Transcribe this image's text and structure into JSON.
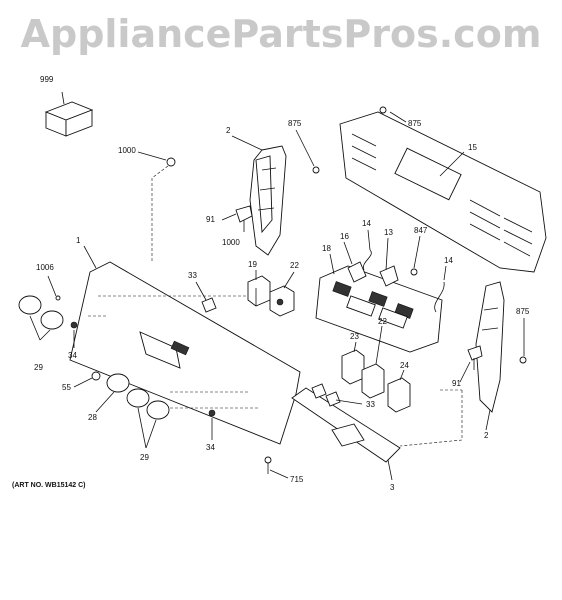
{
  "watermark": "AppliancePartsPros.com",
  "art_number": "(ART NO. WB15142 C)",
  "callouts": {
    "c999": "999",
    "c1000a": "1000",
    "c2a": "2",
    "c875a": "875",
    "c875b": "875",
    "c15": "15",
    "c91a": "91",
    "c1000b": "1000",
    "c1": "1",
    "c1006": "1006",
    "c33a": "33",
    "c19": "19",
    "c22a": "22",
    "c14a": "14",
    "c18": "18",
    "c16": "16",
    "c13": "13",
    "c847": "847",
    "c14b": "14",
    "c875c": "875",
    "c29a": "29",
    "c34a": "34",
    "c23": "23",
    "c22b": "22",
    "c24": "24",
    "c91b": "91",
    "c55": "55",
    "c28": "28",
    "c33b": "33",
    "c2b": "2",
    "c34b": "34",
    "c29b": "29",
    "c715": "715",
    "c3": "3"
  }
}
